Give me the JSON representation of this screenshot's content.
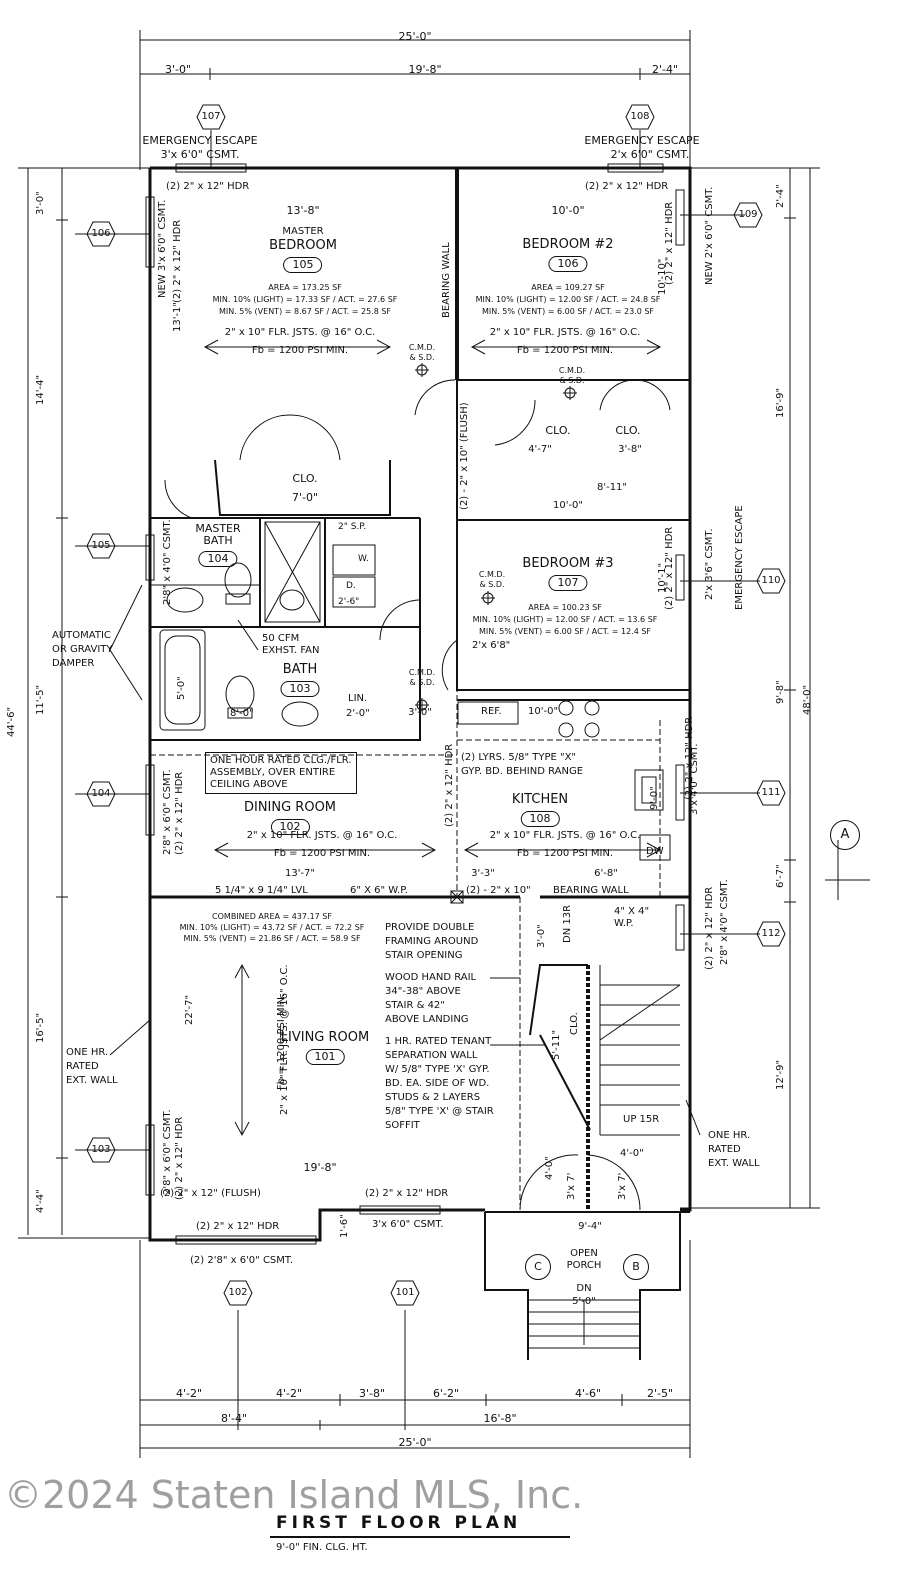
{
  "dimensions": {
    "overall_width_top": "25'-0\"",
    "top_segments": [
      "3'-0\"",
      "19'-8\"",
      "2'-4\""
    ],
    "overall_width_bottom": "25'-0\"",
    "bottom_segments_1": [
      "4'-2\"",
      "4'-2\"",
      "3'-8\"",
      "6'-2\"",
      "4'-6\"",
      "2'-5\""
    ],
    "bottom_segments_2": [
      "8'-4\"",
      "16'-8\""
    ],
    "left_overall": "44'-6\"",
    "left_segments": [
      "3'-0\"",
      "14'-4\"",
      "11'-5\"",
      "16'-5\"",
      "4'-4\""
    ],
    "right_overall": "48'-0\"",
    "right_segments": [
      "2'-4\"",
      "16'-9\"",
      "9'-8\"",
      "6'-7\"",
      "12'-9\""
    ]
  },
  "window_tags": {
    "w107": "107",
    "w108": "108",
    "w106": "106",
    "w109": "109",
    "w105": "105",
    "w110": "110",
    "w104": "104",
    "w111": "111",
    "w112": "112",
    "w103": "103",
    "w102": "102",
    "w101": "101"
  },
  "egress": {
    "left_title": "EMERGENCY ESCAPE",
    "left_size": "3'x 6'0\" CSMT.",
    "right_title": "EMERGENCY ESCAPE",
    "right_size": "2'x 6'0\" CSMT."
  },
  "rooms": {
    "master": {
      "name1": "MASTER",
      "name2": "BEDROOM",
      "number": "105",
      "width": "13'-8\"",
      "depth": "13'-1\"",
      "area": "AREA = 173.25 SF",
      "light": "MIN. 10% (LIGHT) = 17.33 SF / ACT. = 27.6 SF",
      "vent": "MIN. 5% (VENT) = 8.67 SF / ACT. = 25.8 SF"
    },
    "bed2": {
      "name": "BEDROOM #2",
      "number": "106",
      "width": "10'-0\"",
      "depth": "10'-10\"",
      "area": "AREA = 109.27 SF",
      "light": "MIN. 10% (LIGHT) = 12.00 SF / ACT. = 24.8 SF",
      "vent": "MIN. 5% (VENT) = 6.00 SF / ACT. = 23.0 SF"
    },
    "bed3": {
      "name": "BEDROOM #3",
      "number": "107",
      "width": "10'-0\"",
      "depth": "10'-1\"",
      "area": "AREA = 100.23 SF",
      "light": "MIN. 10% (LIGHT) = 12.00 SF / ACT. = 13.6 SF",
      "vent": "MIN. 5% (VENT) = 6.00 SF / ACT. = 12.4 SF"
    },
    "master_bath": {
      "name1": "MASTER",
      "name2": "BATH",
      "number": "104"
    },
    "bath": {
      "name": "BATH",
      "number": "103"
    },
    "dining": {
      "name": "DINING ROOM",
      "number": "102",
      "width": "13'-7\""
    },
    "kitchen": {
      "name": "KITCHEN",
      "number": "108"
    },
    "living": {
      "name": "LIVING ROOM",
      "number": "101",
      "width": "19'-8\"",
      "depth": "22'-7\"",
      "area": "COMBINED AREA = 437.17 SF",
      "light": "MIN. 10% (LIGHT) = 43.72 SF / ACT. = 72.2 SF",
      "vent": "MIN. 5% (VENT) = 21.86 SF / ACT. = 58.9 SF"
    }
  },
  "labels": {
    "hdr_2x12": "(2) 2\" x 12\" HDR",
    "joists_10": "2\" x 10\" FLR. JSTS. @ 16\" O.C.",
    "fb": "Fb = 1200 PSI MIN.",
    "bearing_wall": "BEARING WALL",
    "cmd_sd_1": "C.M.D.",
    "cmd_sd_2": "& S.D.",
    "clo": "CLO.",
    "clo_w": "7'-0\"",
    "clo2_w": "4'-7\"",
    "clo3_w": "3'-8\"",
    "hall_w": "8'-11\"",
    "flush": "(2) - 2\" x 10\" (FLUSH)",
    "sp": "2\" S.P.",
    "washer": "W.",
    "dryer": "D.",
    "dryer_w": "2'-6\"",
    "fan1": "50 CFM",
    "fan2": "EXHST. FAN",
    "lin": "LIN.",
    "lin_w": "2'-0\"",
    "tub": "5'-0\"",
    "bath_w": "8'-0\"",
    "door_26": "2'x 6'8\"",
    "hall_3": "3'-0\"",
    "ref": "REF.",
    "kitchen_run": "10'-0\"",
    "lyrs1": "(2) LYRS. 5/8\" TYPE \"X\"",
    "lyrs2": "GYP. BD. BEHIND RANGE",
    "one_hour1": "ONE HOUR RATED CLG./FLR.",
    "one_hour2": "ASSEMBLY, OVER ENTIRE",
    "one_hour3": "CEILING ABOVE",
    "lvl": "5 1/4\" x 9 1/4\" LVL",
    "post": "6\" X 6\" W.P.",
    "beam": "(2) - 2\" x 10\"",
    "bearing_wall2": "BEARING WALL",
    "dim_33": "3'-3\"",
    "dim_68": "6'-8\"",
    "dw": "DW",
    "sink": "9'-0\"",
    "post2a": "4\" X 4\"",
    "post2b": "W.P.",
    "dn13r": "DN 13R",
    "up15r": "UP 15R",
    "stair_w": "3'-0\"",
    "stair_clo": "CLO.",
    "stair_clo_w": "5'-11\"",
    "auto1": "AUTOMATIC",
    "auto2": "OR GRAVITY",
    "auto3": "DAMPER",
    "ext_l1": "ONE HR.",
    "ext_l2": "RATED",
    "ext_l3": "EXT. WALL",
    "ext_r1": "ONE HR.",
    "ext_r2": "RATED",
    "ext_r3": "EXT. WALL",
    "n_double1": "PROVIDE DOUBLE",
    "n_double2": "FRAMING AROUND",
    "n_double3": "STAIR OPENING",
    "n_rail1": "WOOD HAND RAIL",
    "n_rail2": "34\"-38\" ABOVE",
    "n_rail3": "STAIR & 42\"",
    "n_rail4": "ABOVE LANDING",
    "n_sep1": "1 HR. RATED TENANT",
    "n_sep2": "SEPARATION WALL",
    "n_sep3": "W/ 5/8\" TYPE 'X' GYP.",
    "n_sep4": "BD. EA. SIDE OF WD.",
    "n_sep5": "STUDS & 2 LAYERS",
    "n_sep6": "5/8\" TYPE 'X' @ STAIR",
    "n_sep7": "SOFFIT",
    "flush_hdr": "(2) 2\" x 12\" (FLUSH)",
    "front_hdr": "(2) 2\" x 12\" HDR",
    "front_hdr2": "(2) 2\" x 12\" HDR",
    "front_csmt": "3'x 6'0\" CSMT.",
    "bottom_csmt": "(2) 2'8\" x 6'0\" CSMT.",
    "step_16": "1'-6\"",
    "porch_w": "9'-4\"",
    "porch1": "OPEN",
    "porch2": "PORCH",
    "porch_dn": "DN",
    "porch_steps": "5'-0\"",
    "door_40a": "4'-0\"",
    "door_40b": "4'-0\"",
    "door_30a": "3'x 7'",
    "door_30b": "3'x 7'",
    "tag_c": "C",
    "tag_b": "B",
    "section_a": "A",
    "w_left_106": "NEW 3'x 6'0\" CSMT.",
    "w_left_105": "2'8\" x 4'0\" CSMT.",
    "w_left_104": "2'8\" x 6'0\" CSMT.",
    "w_left_103": "2'8\" x 6'0\" CSMT.",
    "w_right_109": "NEW 2'x 6'0\" CSMT.",
    "w_right_110": "2'x 3'6\" CSMT.",
    "w_right_110b": "EMERGENCY ESCAPE",
    "w_right_111": "3'x 4'0\" CSMT.",
    "w_right_112": "2'8\" x 4'0\" CSMT."
  },
  "watermark": "©2024 Staten Island MLS, Inc.",
  "title": "FIRST FLOOR PLAN",
  "subtitle": "9'-0\" FIN. CLG. HT."
}
